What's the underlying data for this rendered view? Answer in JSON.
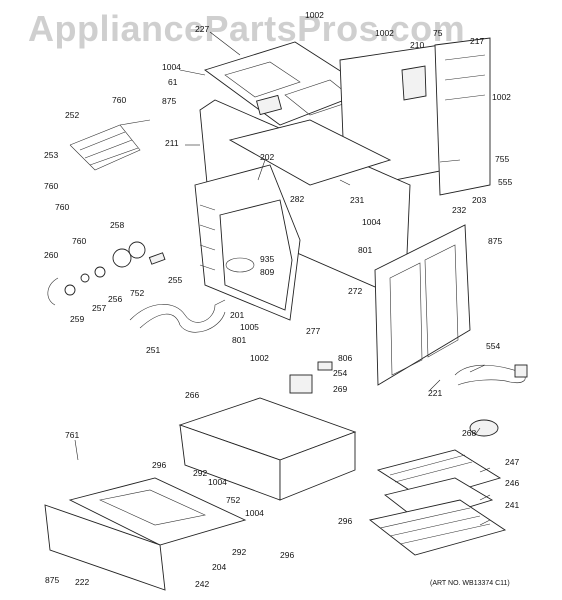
{
  "watermark": "AppliancePartsPros.com",
  "art_number": "(ART NO. WB13374 C11)",
  "callouts": [
    "1002",
    "227",
    "1002",
    "210",
    "75",
    "217",
    "1004",
    "61",
    "875",
    "252",
    "760",
    "211",
    "1002",
    "253",
    "202",
    "755",
    "555",
    "760",
    "760",
    "231",
    "232",
    "203",
    "282",
    "1004",
    "875",
    "258",
    "760",
    "801",
    "260",
    "935",
    "809",
    "255",
    "272",
    "752",
    "256",
    "259",
    "257",
    "201",
    "251",
    "1005",
    "277",
    "801",
    "221",
    "554",
    "1002",
    "254",
    "806",
    "269",
    "266",
    "268",
    "761",
    "247",
    "296",
    "292",
    "1004",
    "246",
    "752",
    "241",
    "1004",
    "296",
    "292",
    "296",
    "875",
    "222",
    "204",
    "242"
  ]
}
